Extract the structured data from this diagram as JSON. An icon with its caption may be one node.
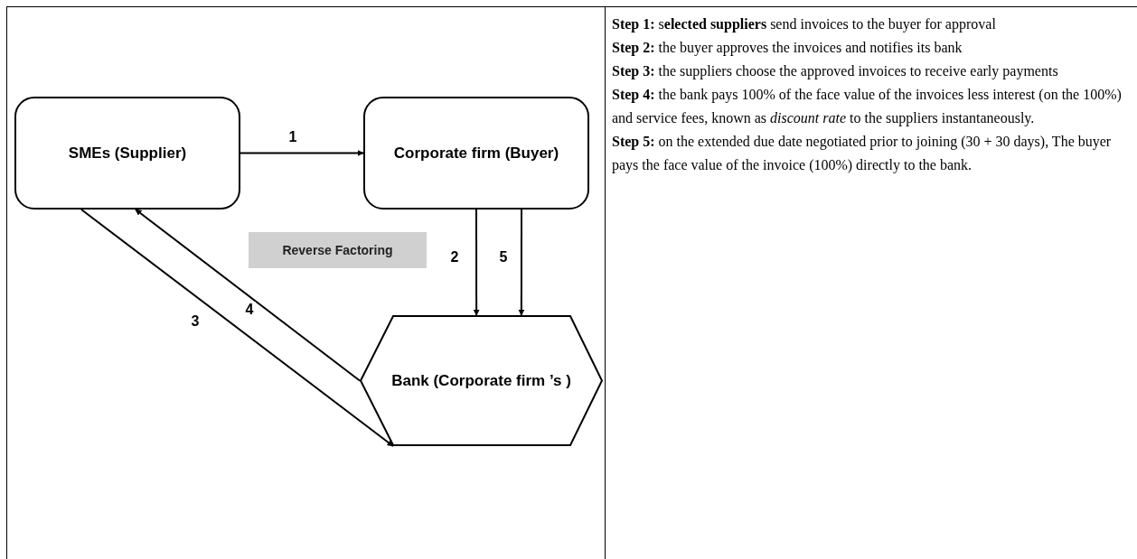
{
  "diagram": {
    "nodes": [
      {
        "text": [
          "SMEs (Supplier)"
        ]
      },
      {
        "text": [
          "Corporate firm (Buyer)"
        ]
      },
      {
        "text": [
          "Reverse Factoring"
        ]
      },
      {
        "text": [
          "Bank (Corporate firm ’s )"
        ]
      }
    ],
    "edges": [
      {
        "from": 0,
        "to": 1,
        "arrow": "to",
        "label": "1"
      },
      {
        "from": 1,
        "to": 3,
        "arrow": "to",
        "label": "2"
      },
      {
        "from": 0,
        "to": 3,
        "arrow": "to",
        "label": "3"
      },
      {
        "from": 3,
        "to": 0,
        "arrow": "to",
        "label": "4"
      },
      {
        "from": 1,
        "to": 3,
        "arrow": "to",
        "label": "5"
      }
    ],
    "labels": [
      "**Step 1:** s**elected suppliers** send invoices to the buyer for approval",
      "**Step 2:** the buyer approves the invoices and notifies its bank",
      "**Step 3:** the suppliers choose the approved invoices to receive early payments",
      "**Step 4:** the bank pays 100% of the face value of the invoices less interest (on the 100%) and service fees, known as *discount rate* to the suppliers instantaneously.",
      "**Step 5:** on the extended due date negotiated prior to joining (30 + 30 days), The buyer pays the face value of the invoice (100%) directly to the bank."
    ]
  }
}
